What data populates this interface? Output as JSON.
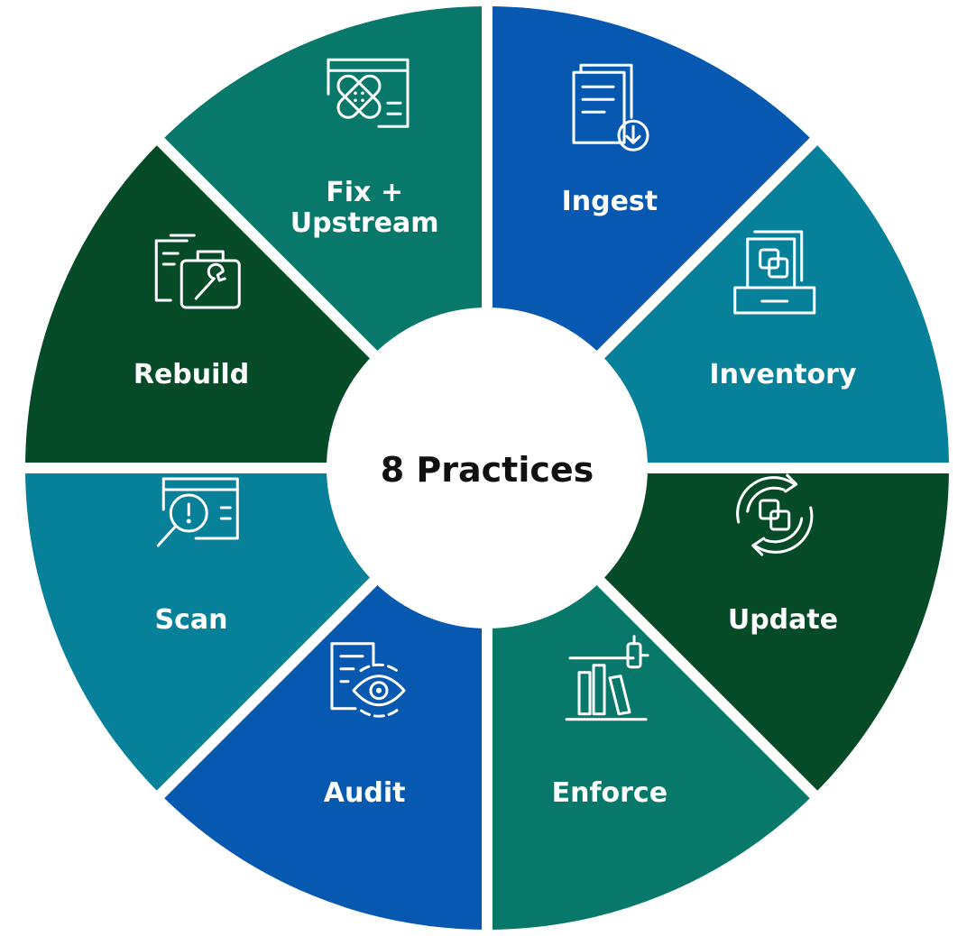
{
  "diagram": {
    "center_title": "8 Practices",
    "segments": [
      {
        "id": "ingest",
        "lines": [
          "Ingest"
        ],
        "color": "#0658b0",
        "icon": "document-download-icon"
      },
      {
        "id": "inventory",
        "lines": [
          "Inventory"
        ],
        "color": "#07809a",
        "icon": "inventory-tray-icon"
      },
      {
        "id": "update",
        "lines": [
          "Update"
        ],
        "color": "#064b28",
        "icon": "update-cycle-icon"
      },
      {
        "id": "enforce",
        "lines": [
          "Enforce"
        ],
        "color": "#07786a",
        "icon": "library-gavel-icon"
      },
      {
        "id": "audit",
        "lines": [
          "Audit"
        ],
        "color": "#0658b0",
        "icon": "document-eye-icon"
      },
      {
        "id": "scan",
        "lines": [
          "Scan"
        ],
        "color": "#07809a",
        "icon": "magnifier-alert-icon"
      },
      {
        "id": "rebuild",
        "lines": [
          "Rebuild"
        ],
        "color": "#064b28",
        "icon": "toolbox-wrench-icon"
      },
      {
        "id": "fix",
        "lines": [
          "Fix +",
          "Upstream"
        ],
        "color": "#07786a",
        "icon": "bandage-window-icon"
      }
    ],
    "colors": {
      "background": "#ffffff",
      "separator": "#ffffff",
      "center_fill": "#ffffff",
      "label_text": "#ffffff",
      "center_text": "#111111"
    }
  }
}
